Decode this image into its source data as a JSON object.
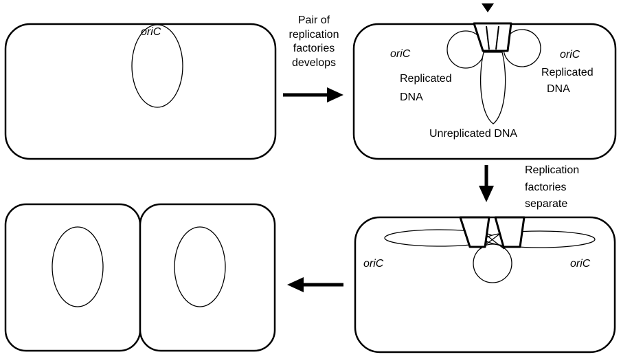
{
  "labels": {
    "stage1_ori": "oriC",
    "arrow1_line1": "Pair of",
    "arrow1_line2": "replication",
    "arrow1_line3": "factories",
    "arrow1_line4": "develops",
    "stage2_ori_left": "oriC",
    "stage2_ori_right": "oriC",
    "replicated_left_line1": "Replicated",
    "replicated_left_line2": "DNA",
    "replicated_right_line1": "Replicated",
    "replicated_right_line2": "DNA",
    "unreplicated": "Unreplicated DNA",
    "arrow2_line1": "Replication",
    "arrow2_line2": "factories",
    "arrow2_line3": "separate",
    "stage3_ori_left": "oriC",
    "stage3_ori_right": "oriC"
  }
}
